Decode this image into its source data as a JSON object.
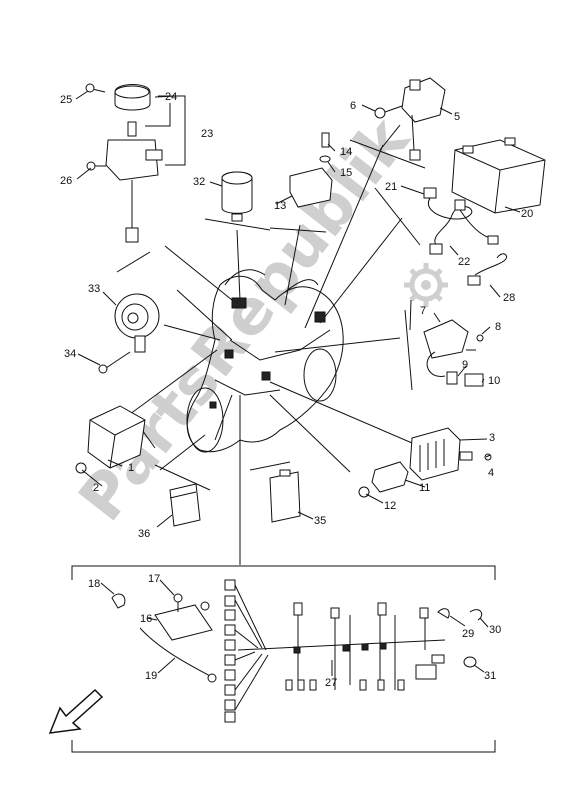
{
  "watermark": "PartsRepublik",
  "callouts": [
    "1",
    "2",
    "3",
    "4",
    "5",
    "6",
    "7",
    "8",
    "9",
    "10",
    "11",
    "12",
    "13",
    "14",
    "15",
    "16",
    "17",
    "18",
    "19",
    "20",
    "21",
    "22",
    "23",
    "24",
    "25",
    "26",
    "27",
    "28",
    "29",
    "30",
    "31",
    "32",
    "33",
    "34",
    "35",
    "36"
  ],
  "icons": {
    "direction": "direction-arrow-icon",
    "gear": "gear-icon"
  }
}
